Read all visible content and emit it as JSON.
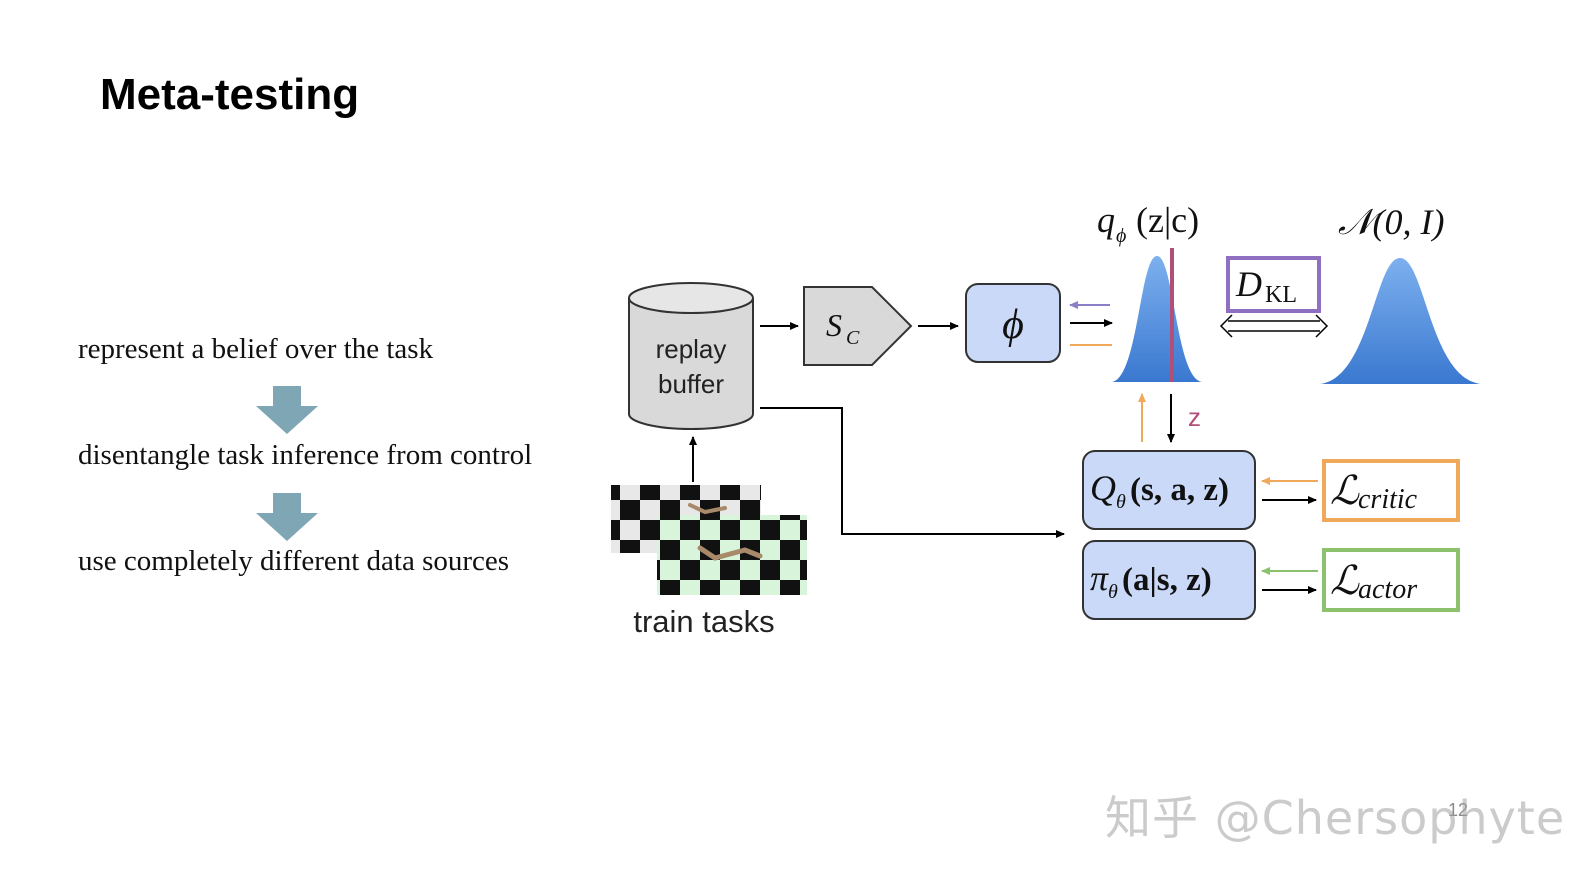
{
  "slide": {
    "title": "Meta-testing",
    "bullets": [
      "represent a belief over the task",
      "disentangle task inference from control",
      "use completely different data sources"
    ],
    "page_number": "12",
    "watermark": "知乎 @Chersophyte"
  },
  "diagram": {
    "replay_buffer_line1": "replay",
    "replay_buffer_line2": "buffer",
    "train_tasks_label": "train tasks",
    "sampler": {
      "symbol": "S",
      "subscript": "C"
    },
    "encoder_symbol": "ϕ",
    "posterior_label": {
      "q": "q",
      "sub": "ϕ",
      "args": "(z|c)"
    },
    "prior_label": "𝒩(0, I)",
    "kl_label": {
      "main": "D",
      "sub": "KL"
    },
    "z_label": "z",
    "critic_box": {
      "fn": "Q",
      "sub": "θ",
      "args": "(s, a, z)"
    },
    "actor_box": {
      "fn": "π",
      "sub": "θ",
      "args": "(a|s, z)"
    },
    "critic_loss": {
      "main": "ℒ",
      "sub": "critic"
    },
    "actor_loss": {
      "main": "ℒ",
      "sub": "actor"
    },
    "colors": {
      "box_fill": "#c9d9f7",
      "gaussian": "#3f7fd6",
      "sample_line": "#b0507a",
      "kl_border": "#8f6fc0",
      "critic_border": "#f0a95a",
      "actor_border": "#8cc26e",
      "orange_arrow": "#f0a95a",
      "green_arrow": "#8cc26e",
      "purple_arrow": "#8a7fc8",
      "bullet_arrow": "#7ea6b4",
      "z_label": "#b0507a"
    }
  }
}
